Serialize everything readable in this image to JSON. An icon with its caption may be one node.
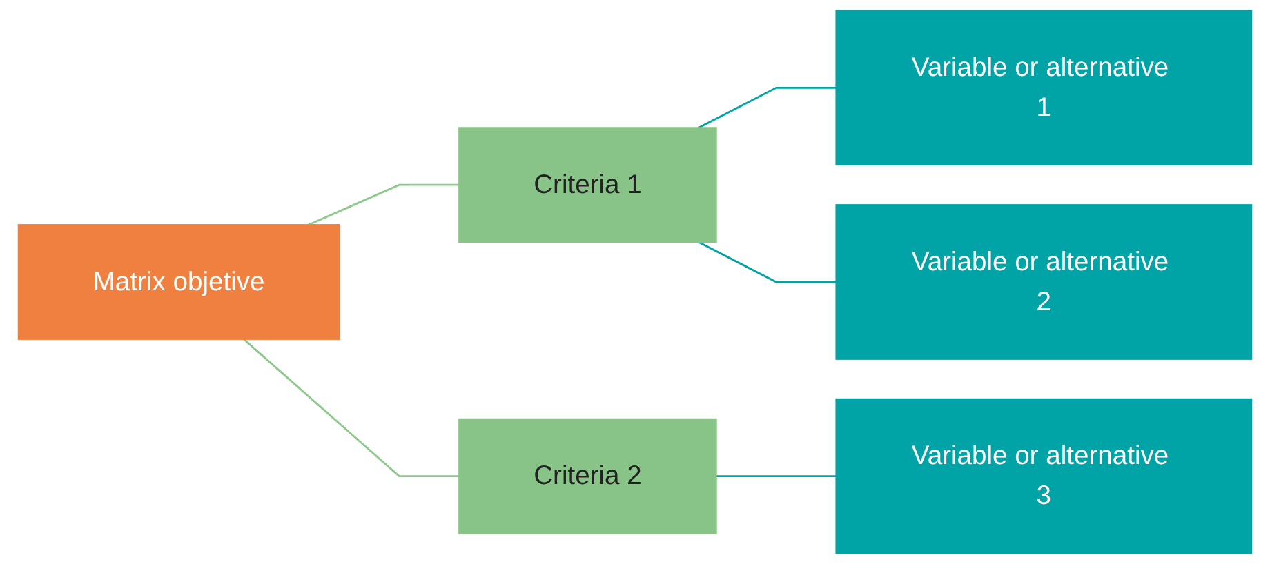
{
  "diagram": {
    "nodes": [
      {
        "text": [
          "Matrix objetive"
        ]
      },
      {
        "text": [
          "Criteria 1"
        ]
      },
      {
        "text": [
          "Criteria 2"
        ]
      },
      {
        "text": [
          "Variable or alternative 1"
        ]
      },
      {
        "text": [
          "Variable or alternative 2"
        ]
      },
      {
        "text": [
          "Variable or alternative 3"
        ]
      }
    ],
    "edges": [
      {
        "from": 0,
        "to": 1,
        "arrow": "none",
        "color": "#8cc98a"
      },
      {
        "from": 0,
        "to": 2,
        "arrow": "none",
        "color": "#8cc98a"
      },
      {
        "from": 1,
        "to": 3,
        "arrow": "none"
      },
      {
        "from": 1,
        "to": 4,
        "arrow": "none"
      },
      {
        "from": 2,
        "to": 5,
        "arrow": "none"
      }
    ]
  }
}
